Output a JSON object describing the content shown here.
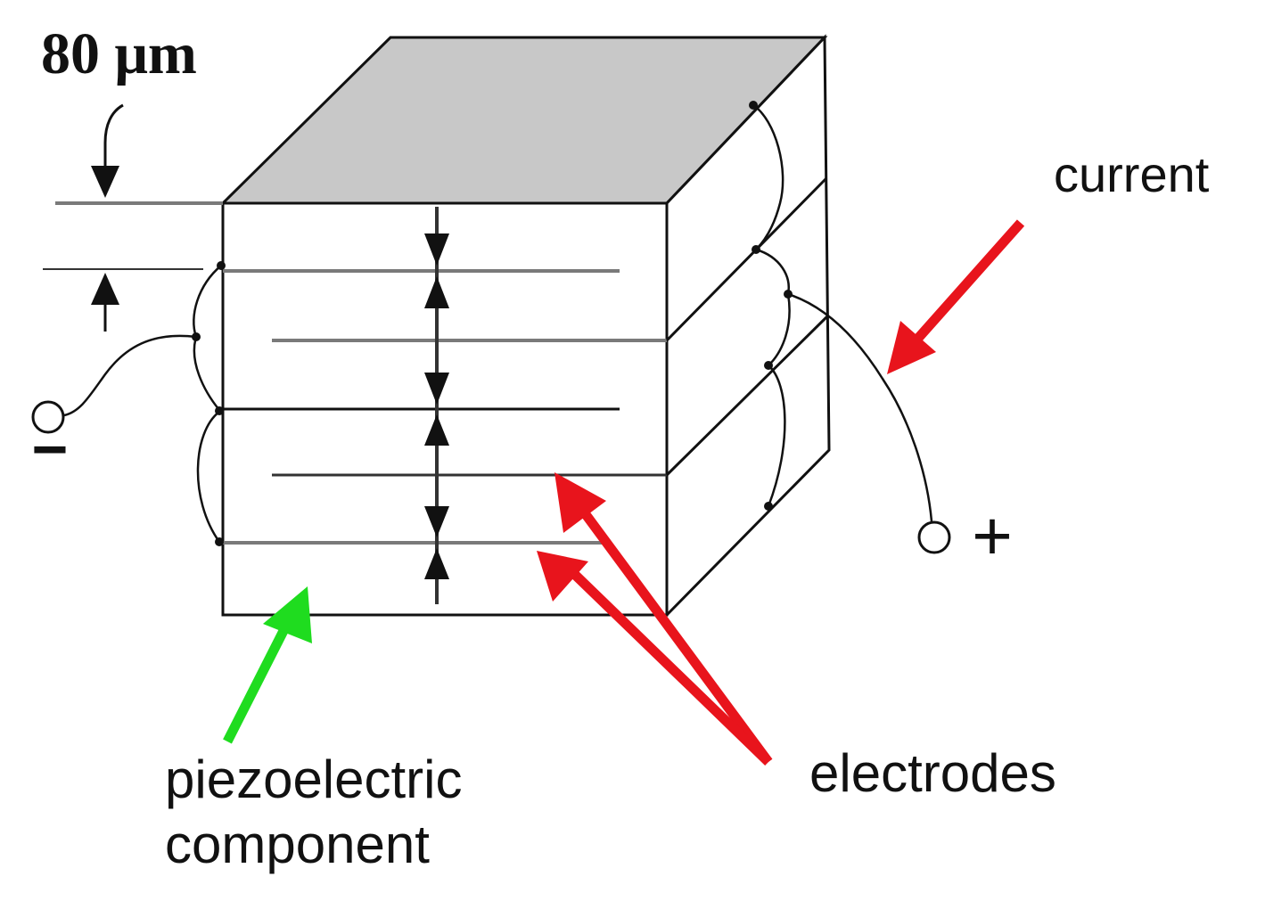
{
  "labels": {
    "thickness": "80 μm",
    "current": "current",
    "piezo_line1": "piezoelectric",
    "piezo_line2": "component",
    "electrodes": "electrodes",
    "minus": "−",
    "plus": "+"
  },
  "colors": {
    "top_face": "#c8c8c8",
    "outline": "#111111",
    "electrode_gray": "#7a7a7a",
    "pointer_red": "#e8141c",
    "pointer_green": "#1fdc1f"
  }
}
